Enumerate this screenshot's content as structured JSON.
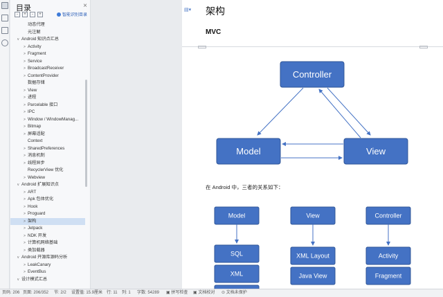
{
  "toc": {
    "title": "目录",
    "close": "×",
    "tools": [
      "-",
      "+",
      "-",
      "+"
    ],
    "smart_label": "智能识别目录",
    "items": [
      {
        "label": "动态代理",
        "level": 3,
        "chev": ""
      },
      {
        "label": "元注解",
        "level": 3,
        "chev": ""
      },
      {
        "label": "Android 知识点汇总",
        "level": 1,
        "chev": "v"
      },
      {
        "label": "Activity",
        "level": 2,
        "chev": ">"
      },
      {
        "label": "Fragment",
        "level": 2,
        "chev": ">"
      },
      {
        "label": "Service",
        "level": 2,
        "chev": ">"
      },
      {
        "label": "BroadcastReceiver",
        "level": 2,
        "chev": ">"
      },
      {
        "label": "ContentProvider",
        "level": 2,
        "chev": ">"
      },
      {
        "label": "数据存储",
        "level": 3,
        "chev": ""
      },
      {
        "label": "View",
        "level": 2,
        "chev": ">"
      },
      {
        "label": "进程",
        "level": 2,
        "chev": ">"
      },
      {
        "label": "Parcelable 接口",
        "level": 2,
        "chev": ">"
      },
      {
        "label": "IPC",
        "level": 2,
        "chev": ">"
      },
      {
        "label": "Window / WindowManag...",
        "level": 2,
        "chev": ">"
      },
      {
        "label": "Bitmap",
        "level": 2,
        "chev": ">"
      },
      {
        "label": "屏幕适配",
        "level": 2,
        "chev": ">"
      },
      {
        "label": "Context",
        "level": 3,
        "chev": ""
      },
      {
        "label": "SharedPreferences",
        "level": 2,
        "chev": ">"
      },
      {
        "label": "消息机制",
        "level": 2,
        "chev": ">"
      },
      {
        "label": "线程异步",
        "level": 2,
        "chev": ">"
      },
      {
        "label": "RecyclerView 优化",
        "level": 3,
        "chev": ""
      },
      {
        "label": "Webview",
        "level": 2,
        "chev": ">"
      },
      {
        "label": "Android 扩展知识点",
        "level": 1,
        "chev": "v"
      },
      {
        "label": "ART",
        "level": 2,
        "chev": ">"
      },
      {
        "label": "Apk 包体优化",
        "level": 2,
        "chev": ">"
      },
      {
        "label": "Hook",
        "level": 2,
        "chev": ">"
      },
      {
        "label": "Proguard",
        "level": 2,
        "chev": ">"
      },
      {
        "label": "架构",
        "level": 2,
        "chev": ">",
        "selected": true
      },
      {
        "label": "Jetpack",
        "level": 2,
        "chev": ">"
      },
      {
        "label": "NDK 开发",
        "level": 2,
        "chev": ">"
      },
      {
        "label": "计算机网络基础",
        "level": 2,
        "chev": ">"
      },
      {
        "label": "类加载器",
        "level": 2,
        "chev": ">"
      },
      {
        "label": "Android 开源库源码分析",
        "level": 1,
        "chev": "v"
      },
      {
        "label": "LeakCanary",
        "level": 2,
        "chev": ">"
      },
      {
        "label": "EventBus",
        "level": 2,
        "chev": ">"
      },
      {
        "label": "设计模式汇总",
        "level": 1,
        "chev": "v"
      }
    ]
  },
  "document": {
    "heading": "架构",
    "subheading": "MVC",
    "paragraph": "在 Android 中，三者的关系如下：",
    "mvc": {
      "controller": "Controller",
      "model": "Model",
      "view": "View"
    },
    "columns": [
      {
        "header": "Model",
        "items": [
          "SQL",
          "XML",
          ""
        ]
      },
      {
        "header": "View",
        "items": [
          "XML Layout",
          "Java View"
        ]
      },
      {
        "header": "Controller",
        "items": [
          "Activity",
          "Fragment"
        ]
      }
    ]
  },
  "status": {
    "page_num": "页码: 206",
    "pages": "页面: 206/352",
    "section": "节: 2/2",
    "setting": "设置值: 15.9厘米",
    "row": "行: 11",
    "col": "列: 1",
    "words": "字数: 54289",
    "spell": "拼写检查",
    "proof": "文档校对",
    "protect": "文档未保护"
  },
  "colors": {
    "accent": "#4472c4",
    "accent_border": "#2f5597"
  }
}
